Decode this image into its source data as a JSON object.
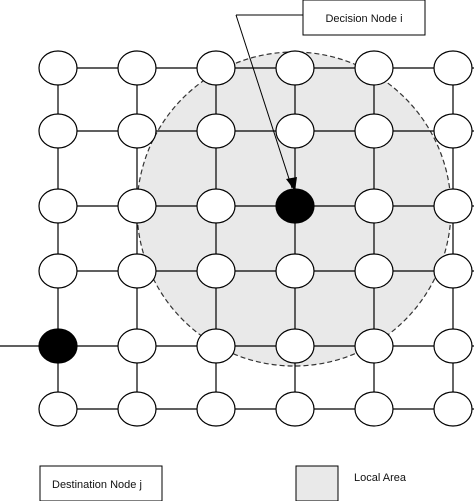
{
  "labels": {
    "decision_node": "Decision Node i",
    "destination_node": "Destination Node j",
    "local_area": "Local Area"
  },
  "grid": {
    "rows": 6,
    "cols": 6
  },
  "decision_node": {
    "row": 2,
    "col": 3
  },
  "destination_node": {
    "row": 4,
    "col": 0
  },
  "colors": {
    "node_fill": "#ffffff",
    "highlight_fill": "#000000",
    "edge": "#000000",
    "local_area_fill": "#e9e9e9",
    "local_area_border": "#333333"
  }
}
